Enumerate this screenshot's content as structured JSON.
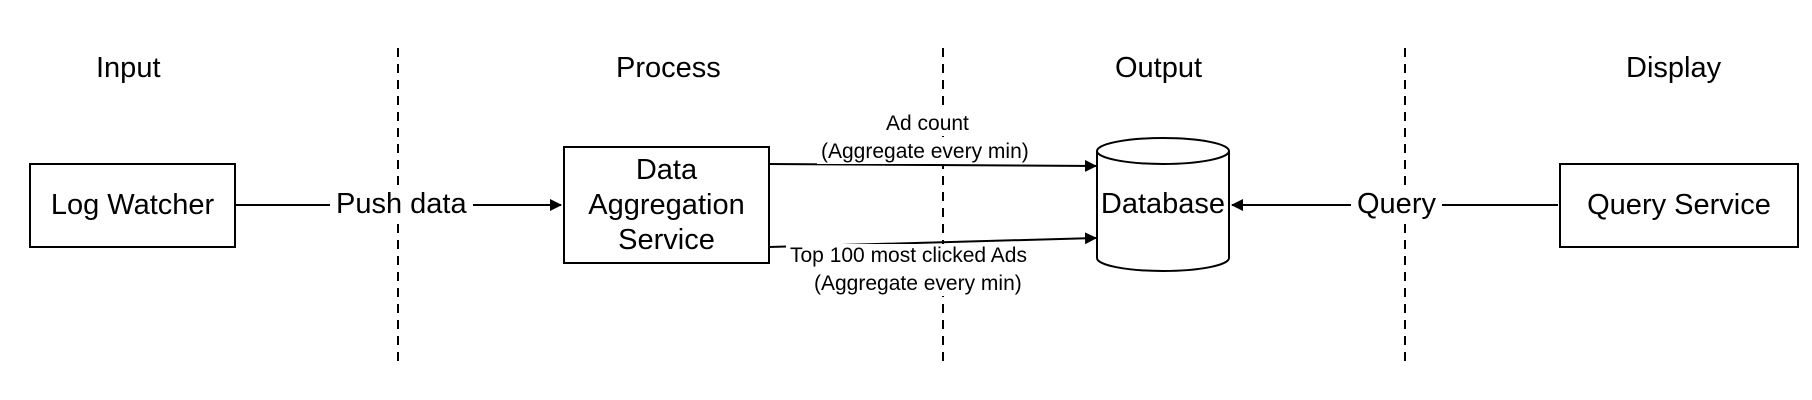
{
  "columns": {
    "input": "Input",
    "process": "Process",
    "output": "Output",
    "display": "Display"
  },
  "nodes": {
    "log_watcher": "Log Watcher",
    "data_aggregation_service": "Data\nAggregation\nService",
    "database": "Database",
    "query_service": "Query Service"
  },
  "edges": {
    "push_data": "Push data",
    "ad_count_line1": "Ad count",
    "ad_count_line2": "(Aggregate every min)",
    "top_ads_line1": "Top 100 most clicked Ads",
    "top_ads_line2": "(Aggregate every min)",
    "query": "Query"
  }
}
